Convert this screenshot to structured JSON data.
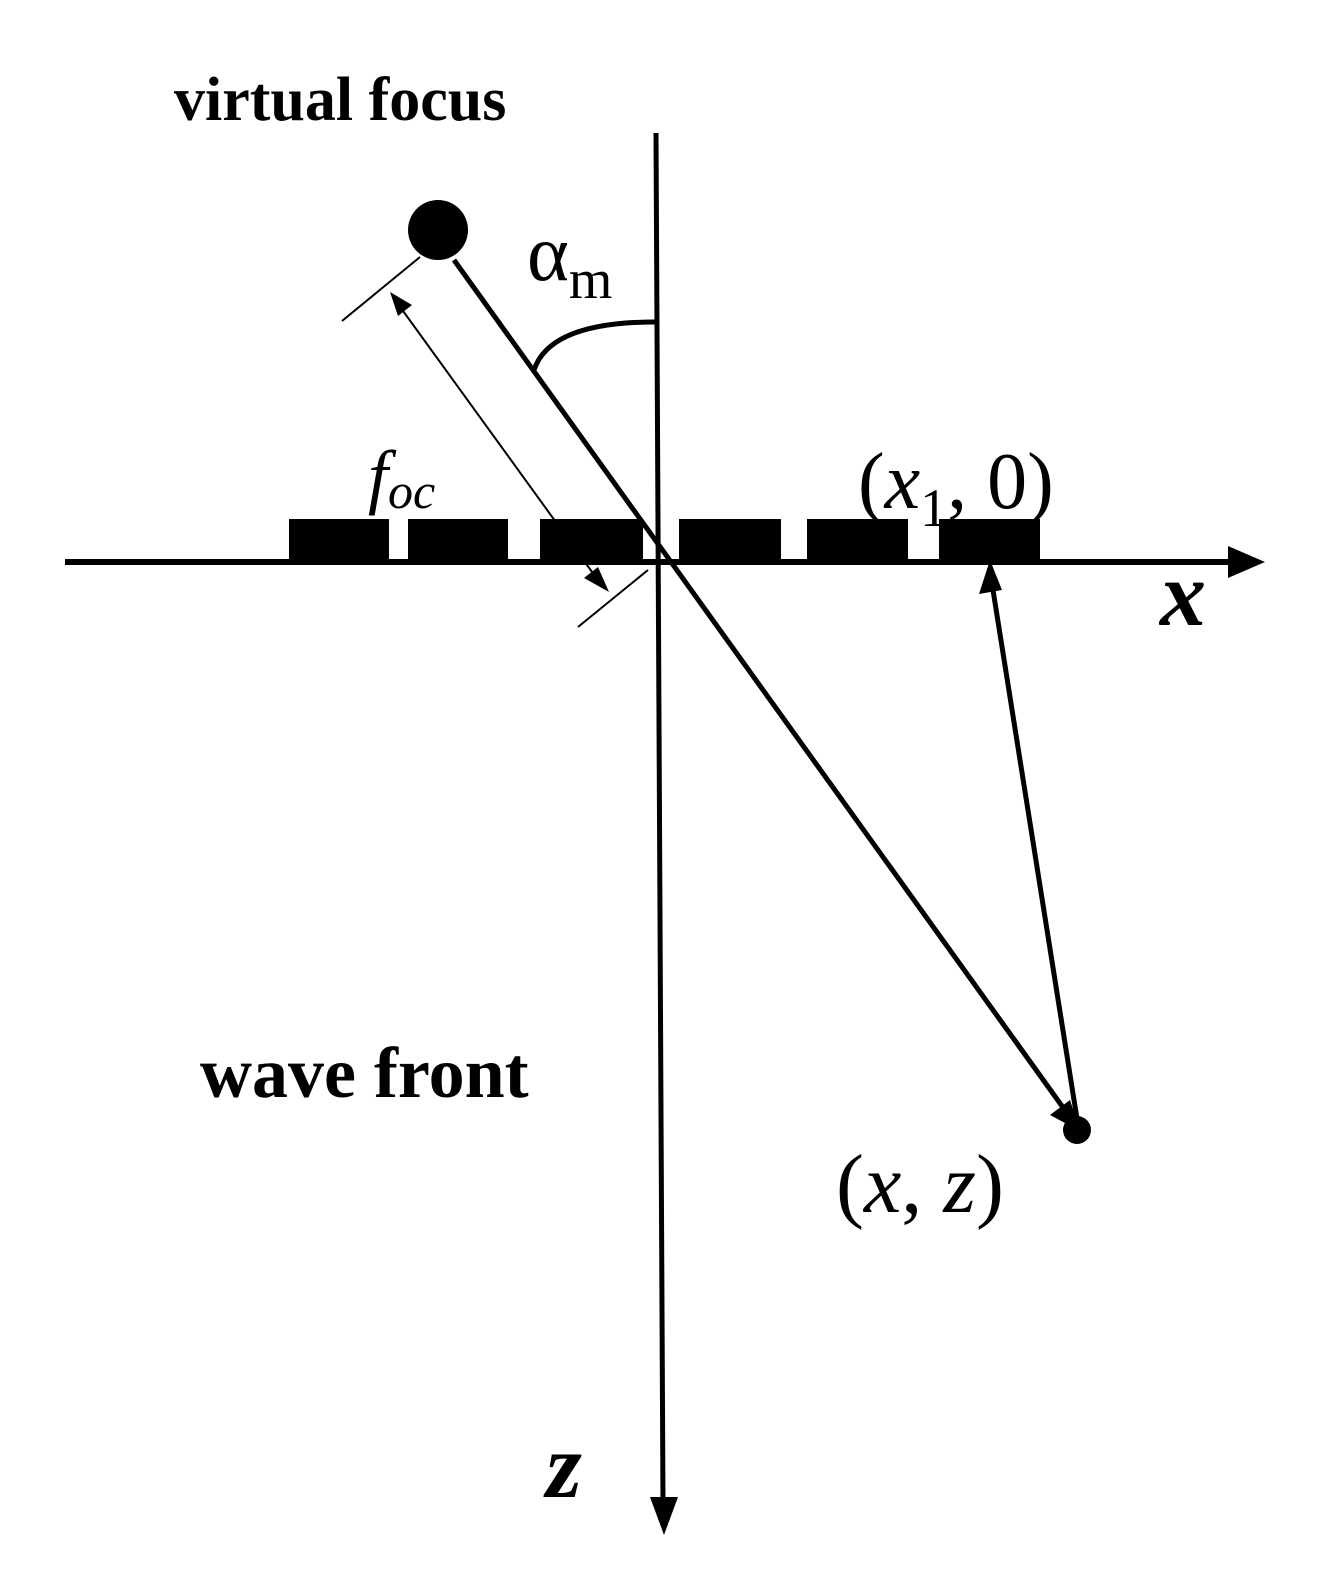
{
  "labels": {
    "virtual_focus": "virtual focus",
    "wave_front": "wave front",
    "x_axis": "x",
    "z_axis": "z",
    "alpha": "α",
    "alpha_sub": "m",
    "focal_f": "f",
    "focal_sub": "oc",
    "point_x1": {
      "open": "(",
      "var": "x",
      "sub": "1",
      "rest": ", 0)"
    },
    "point_xz": {
      "open": "(",
      "x": "x",
      "comma": ", ",
      "z": "z",
      "close": ")"
    }
  },
  "transducer": {
    "element_count": 6
  },
  "colors": {
    "ink": "#000000",
    "background": "#ffffff"
  }
}
